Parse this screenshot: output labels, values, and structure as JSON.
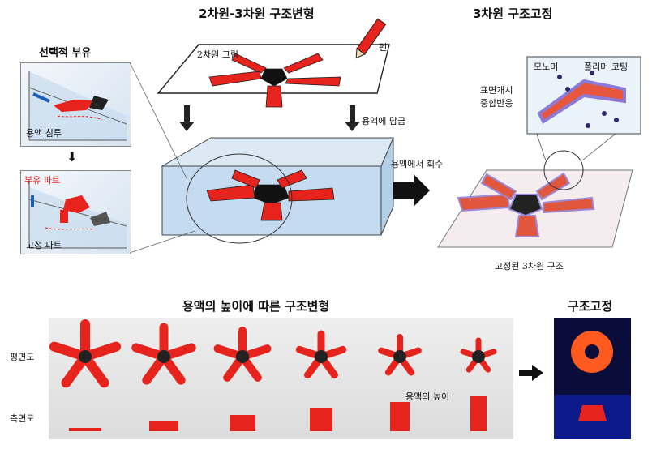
{
  "top": {
    "title_left": "2차원-3차원 구조변형",
    "title_right": "3차원 구조고정",
    "selective_float": "선택적 부유",
    "sheet_label": "2차원 그림",
    "pen_label": "펜",
    "immerse_label": "용액에 담금",
    "soak_label": "용액 침투",
    "float_part": "부유 파트",
    "fixed_part": "고정 파트",
    "recover_label": "용액에서 회수",
    "monomer_label": "모노머",
    "polymer_label": "폴리머 코팅",
    "surface_label": "표면개시",
    "poly_label": "중합반응",
    "fixed_3d_label": "고정된 3차원 구조"
  },
  "bottom": {
    "title_left": "용액의 높이에 따른 구조변형",
    "title_right": "구조고정",
    "row_top": "평면도",
    "row_bottom": "측면도",
    "height_label": "용액의 높이"
  },
  "colors": {
    "red": "#e6231c",
    "dark": "#222222",
    "water": "#cfe0f0",
    "coat": "#b9a8e6"
  }
}
